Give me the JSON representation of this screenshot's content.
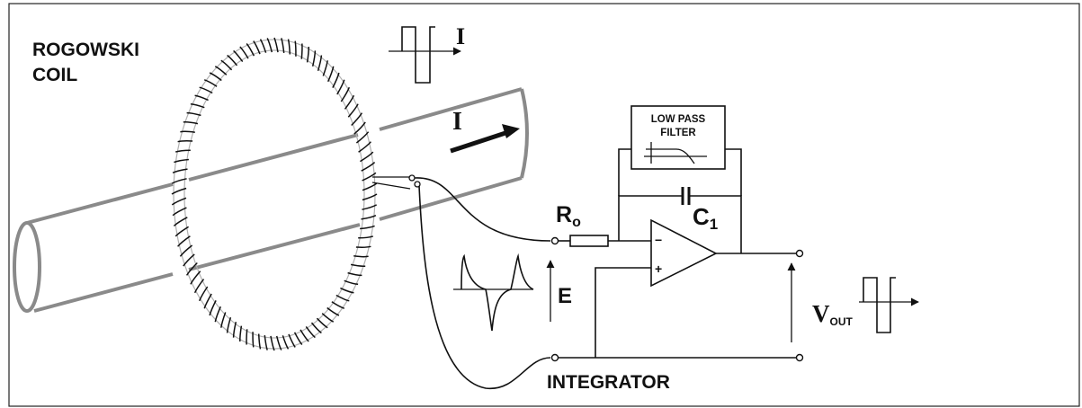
{
  "labels": {
    "coil_line1": "ROGOWSKI",
    "coil_line2": "COIL",
    "current_symbol": "I",
    "current_wave_symbol": "I",
    "emf_symbol": "E",
    "resistor_main": "R",
    "resistor_sub": "o",
    "capacitor_main": "C",
    "capacitor_sub": "1",
    "filter_line1": "LOW PASS",
    "filter_line2": "FILTER",
    "vout_main": "V",
    "vout_sub": "OUT",
    "opamp_minus": "−",
    "opamp_plus": "+",
    "integrator": "INTEGRATOR"
  },
  "colors": {
    "ink": "#111111",
    "pipe_edge": "#8a8a8a",
    "coil_core": "#b0b0b0",
    "frame": "#222222"
  },
  "icons": {
    "pulse_current": "square-pulse-icon",
    "emf_spikes": "spike-waveform-icon",
    "vout_pulse": "square-pulse-icon",
    "filter_response": "lowpass-rolloff-icon"
  }
}
